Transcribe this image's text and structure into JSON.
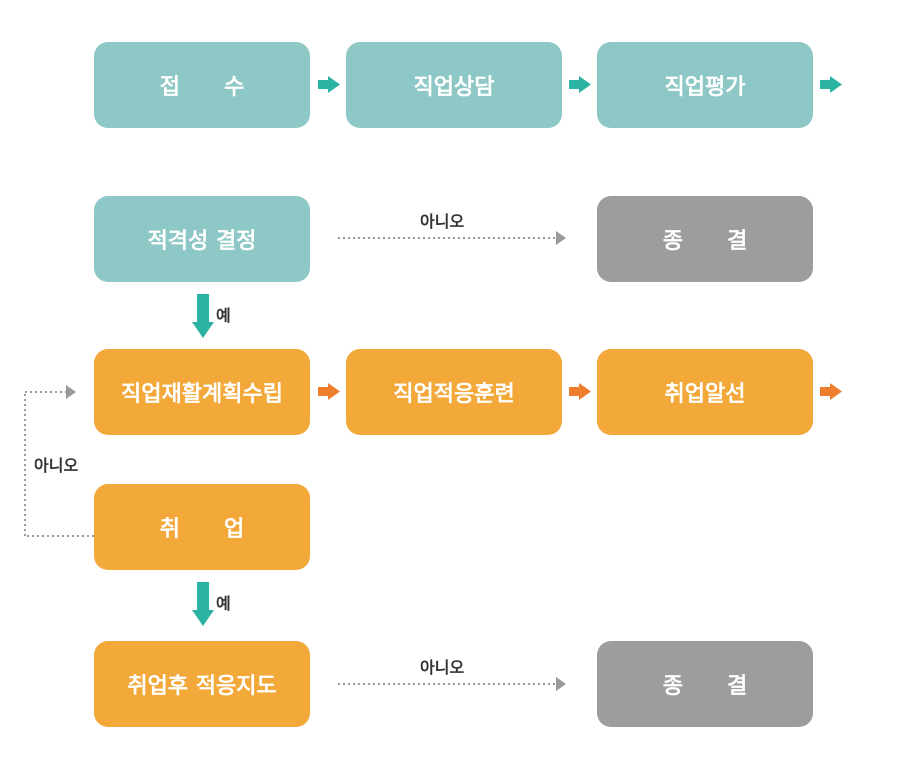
{
  "colors": {
    "teal": "#8ec8c6",
    "orange": "#f3a93a",
    "gray": "#9d9d9d",
    "teal_arrow": "#2bb3a3",
    "orange_arrow": "#ef7d2e",
    "dotted": "#9a9a9a"
  },
  "row1": {
    "intake": "접　　수",
    "counseling": "직업상담",
    "evaluation": "직업평가"
  },
  "eligibility": "적격성 결정",
  "end_top": "종　　결",
  "rehab_plan": "직업재활계획수립",
  "adaptation_training": "직업적응훈련",
  "job_placement": "취업알선",
  "employment": "취　　업",
  "followup": "취업후 적응지도",
  "end_bottom": "종　　결",
  "labels": {
    "no_top": "아니오",
    "yes_1": "예",
    "no_left": "아니오",
    "yes_2": "예",
    "no_bottom": "아니오"
  }
}
